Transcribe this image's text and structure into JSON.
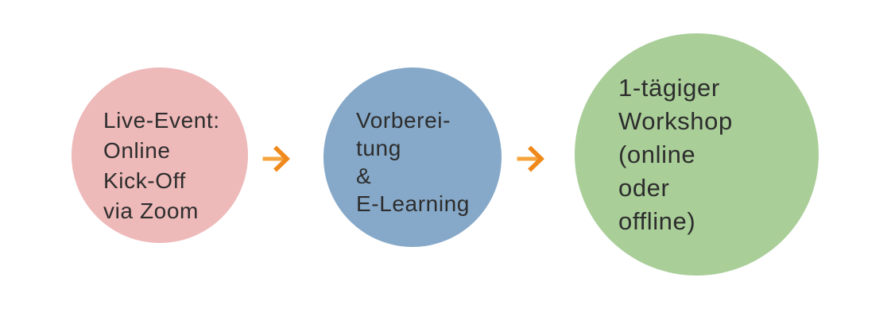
{
  "diagram": {
    "background_color": "#ffffff",
    "text_color": "#2d2d2d",
    "steps": [
      {
        "id": "live-event-kickoff",
        "fill_color": "#eeb9b9",
        "lines": [
          "Live-Event:",
          "Online",
          "Kick-Off",
          "via Zoom"
        ]
      },
      {
        "id": "vorbereitung-elearning",
        "fill_color": "#86a9c9",
        "lines": [
          "Vorberei-",
          "tung",
          "&",
          "E-Learning"
        ]
      },
      {
        "id": "workshop",
        "fill_color": "#a9ce98",
        "lines": [
          "1-tägiger",
          "Workshop",
          "(online",
          "oder",
          "offline)"
        ]
      }
    ],
    "arrows": [
      {
        "id": "arrow-1",
        "glyph": "right-arrow",
        "shaft_color": "#f6a53e",
        "head_color": "#f0891b"
      },
      {
        "id": "arrow-2",
        "glyph": "right-arrow",
        "shaft_color": "#f6a53e",
        "head_color": "#f0891b"
      }
    ]
  }
}
